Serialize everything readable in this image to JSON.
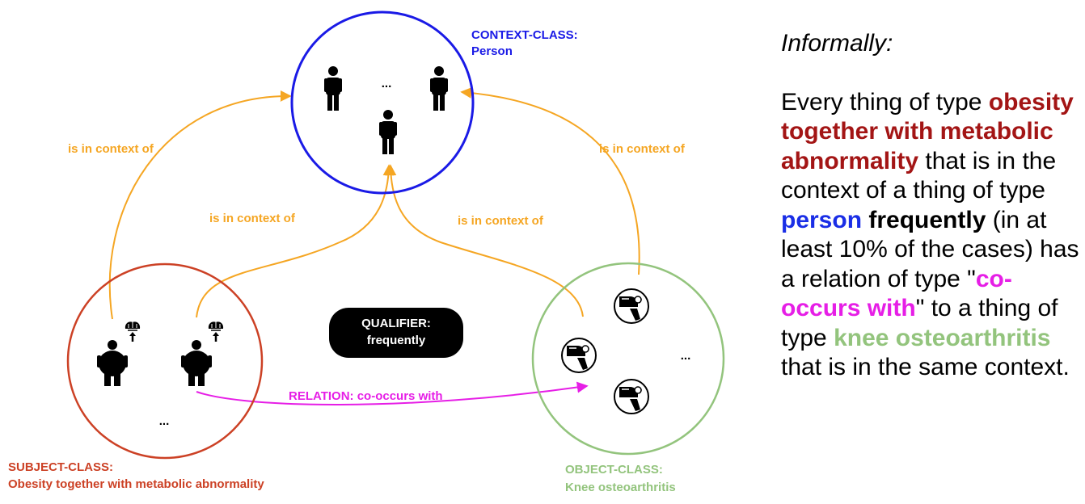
{
  "context": {
    "title": "CONTEXT-CLASS:",
    "name": "Person",
    "ellipsis": "..."
  },
  "subject": {
    "title": "SUBJECT-CLASS:",
    "name": "Obesity together with metabolic abnormality",
    "ellipsis": "..."
  },
  "object": {
    "title": "OBJECT-CLASS:",
    "name": "Knee osteoarthritis",
    "ellipsis": "..."
  },
  "qualifier": {
    "title": "QUALIFIER:",
    "value": "frequently"
  },
  "relation": {
    "label": "RELATION: co-occurs with"
  },
  "edges": {
    "subject_outer": "is in context of",
    "subject_inner": "is in context of",
    "object_inner": "is in context of",
    "object_outer": "is in context of"
  },
  "colors": {
    "context": "#1a1ae6",
    "subject": "#cc4125",
    "object": "#93c47d",
    "edge": "#f5a623",
    "relation": "#e61ee6",
    "qualifier_bg": "#000000"
  },
  "icons": [
    "person-icon",
    "obese-person-icon",
    "brain-icon",
    "knee-joint-icon"
  ],
  "explanation": {
    "heading": "Informally:",
    "p1": "Every thing of type",
    "subject_term": "obesity together with metabolic abnormality",
    "p2": "that is in the context of a thing of type",
    "context_term": "person",
    "qualifier_term": "frequently",
    "p3": "(in at least 10% of the cases) has a relation of type",
    "quote_open": "\"",
    "relation_term": "co-occurs with",
    "quote_close": "\"",
    "p4": "to a thing of type",
    "object_term": "knee osteoarthritis",
    "p5": "that is in the same context."
  }
}
